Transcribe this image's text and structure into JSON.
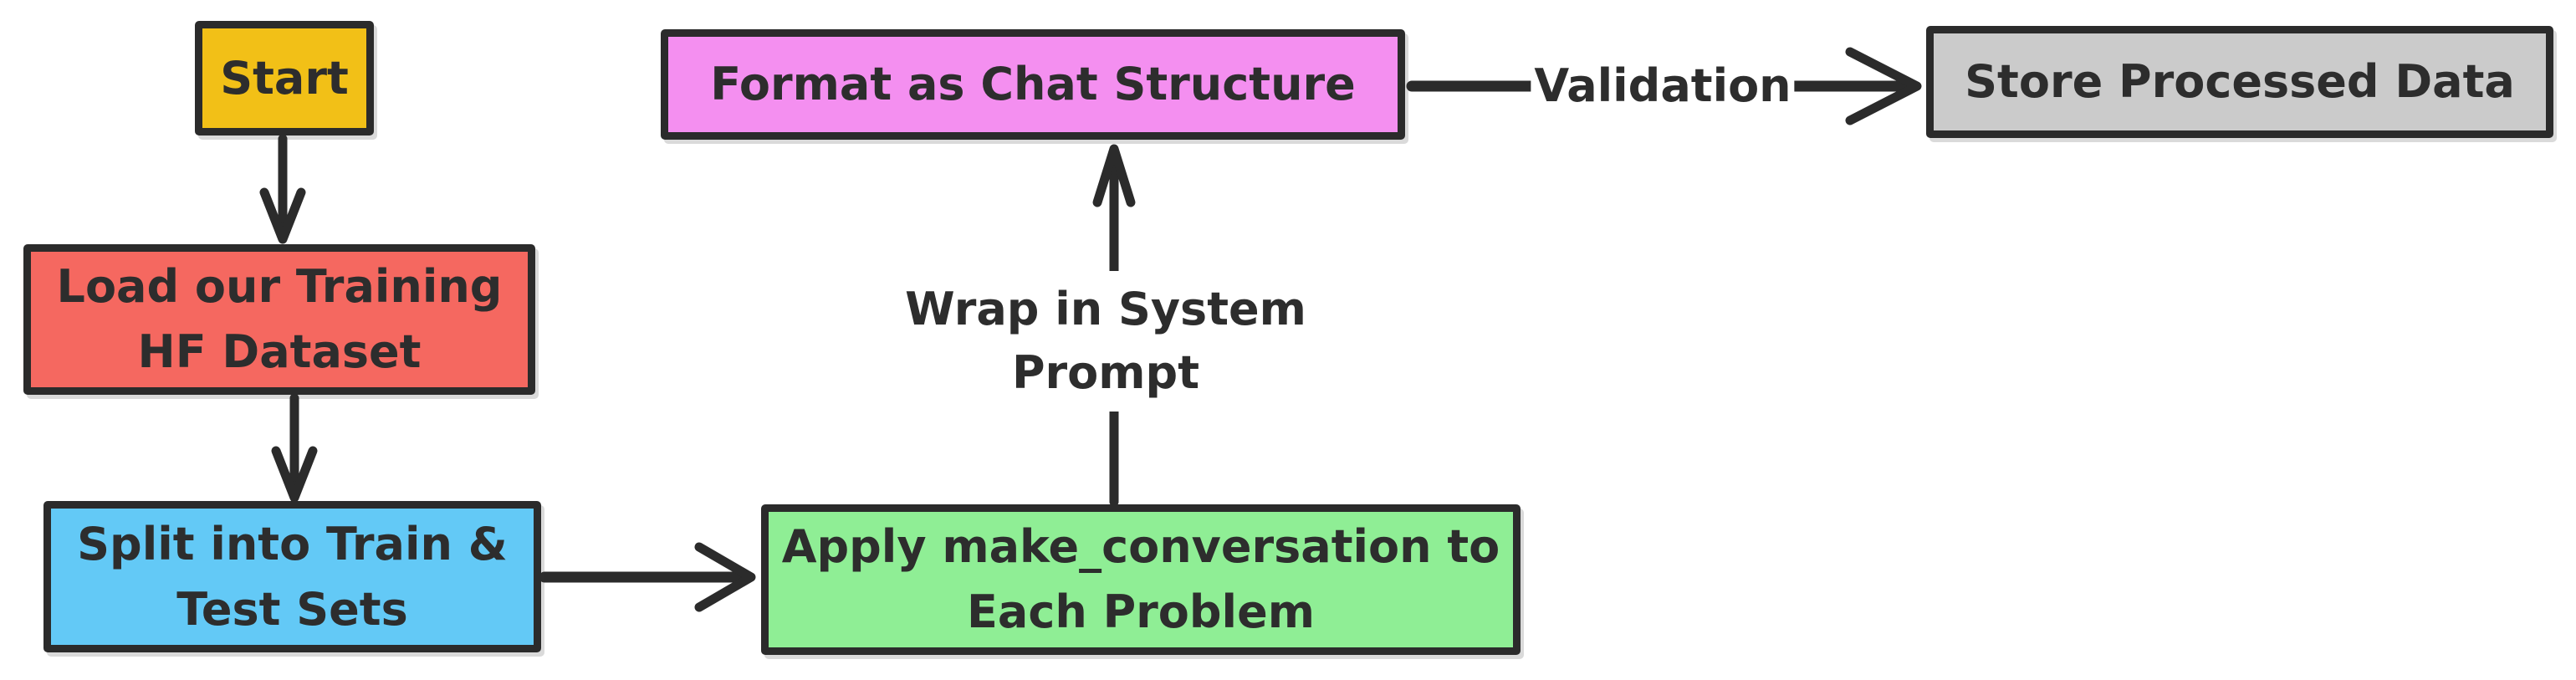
{
  "diagram": {
    "type": "flowchart",
    "style": "hand-drawn",
    "colors": {
      "background": "#ffffff",
      "stroke": "#2b2b2b",
      "text": "#2d2d2d",
      "start_fill": "#f2c017",
      "load_fill": "#f56860",
      "split_fill": "#63c9f6",
      "apply_fill": "#8fee95",
      "format_fill": "#f48ff0",
      "store_fill": "#cbcbcb"
    },
    "nodes": {
      "start": {
        "label": "Start"
      },
      "load": {
        "line1": "Load our Training",
        "line2": "HF Dataset"
      },
      "split": {
        "line1": "Split into Train &",
        "line2": "Test Sets"
      },
      "apply": {
        "line1": "Apply make_conversation to",
        "line2": "Each Problem"
      },
      "format": {
        "label": "Format as Chat Structure"
      },
      "store": {
        "label": "Store Processed Data"
      }
    },
    "edge_labels": {
      "wrap_line1": "Wrap in System",
      "wrap_line2": "Prompt",
      "validation": "Validation"
    },
    "edges": [
      {
        "from": "start",
        "to": "load",
        "label": ""
      },
      {
        "from": "load",
        "to": "split",
        "label": ""
      },
      {
        "from": "split",
        "to": "apply",
        "label": ""
      },
      {
        "from": "apply",
        "to": "format",
        "label": "Wrap in System Prompt"
      },
      {
        "from": "format",
        "to": "store",
        "label": "Validation"
      }
    ]
  }
}
